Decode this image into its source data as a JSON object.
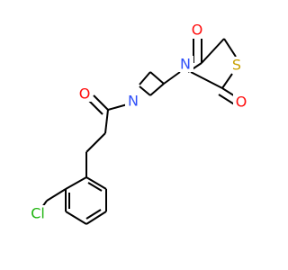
{
  "molecule": {
    "colors": {
      "bond": "#000000",
      "oxygen": "#ff0d0d",
      "nitrogen": "#3050f8",
      "sulfur": "#c8a000",
      "chlorine": "#1fb40f",
      "background": "#ffffff"
    },
    "atoms": {
      "o_ketone_thiazolidine": "O",
      "n_thiazolidine": "N",
      "s_thiazolidine": "S",
      "o_carbonyl_thiazolidine": "O",
      "o_amide": "O",
      "n_azetidine": "N",
      "cl_aryl": "Cl"
    }
  }
}
